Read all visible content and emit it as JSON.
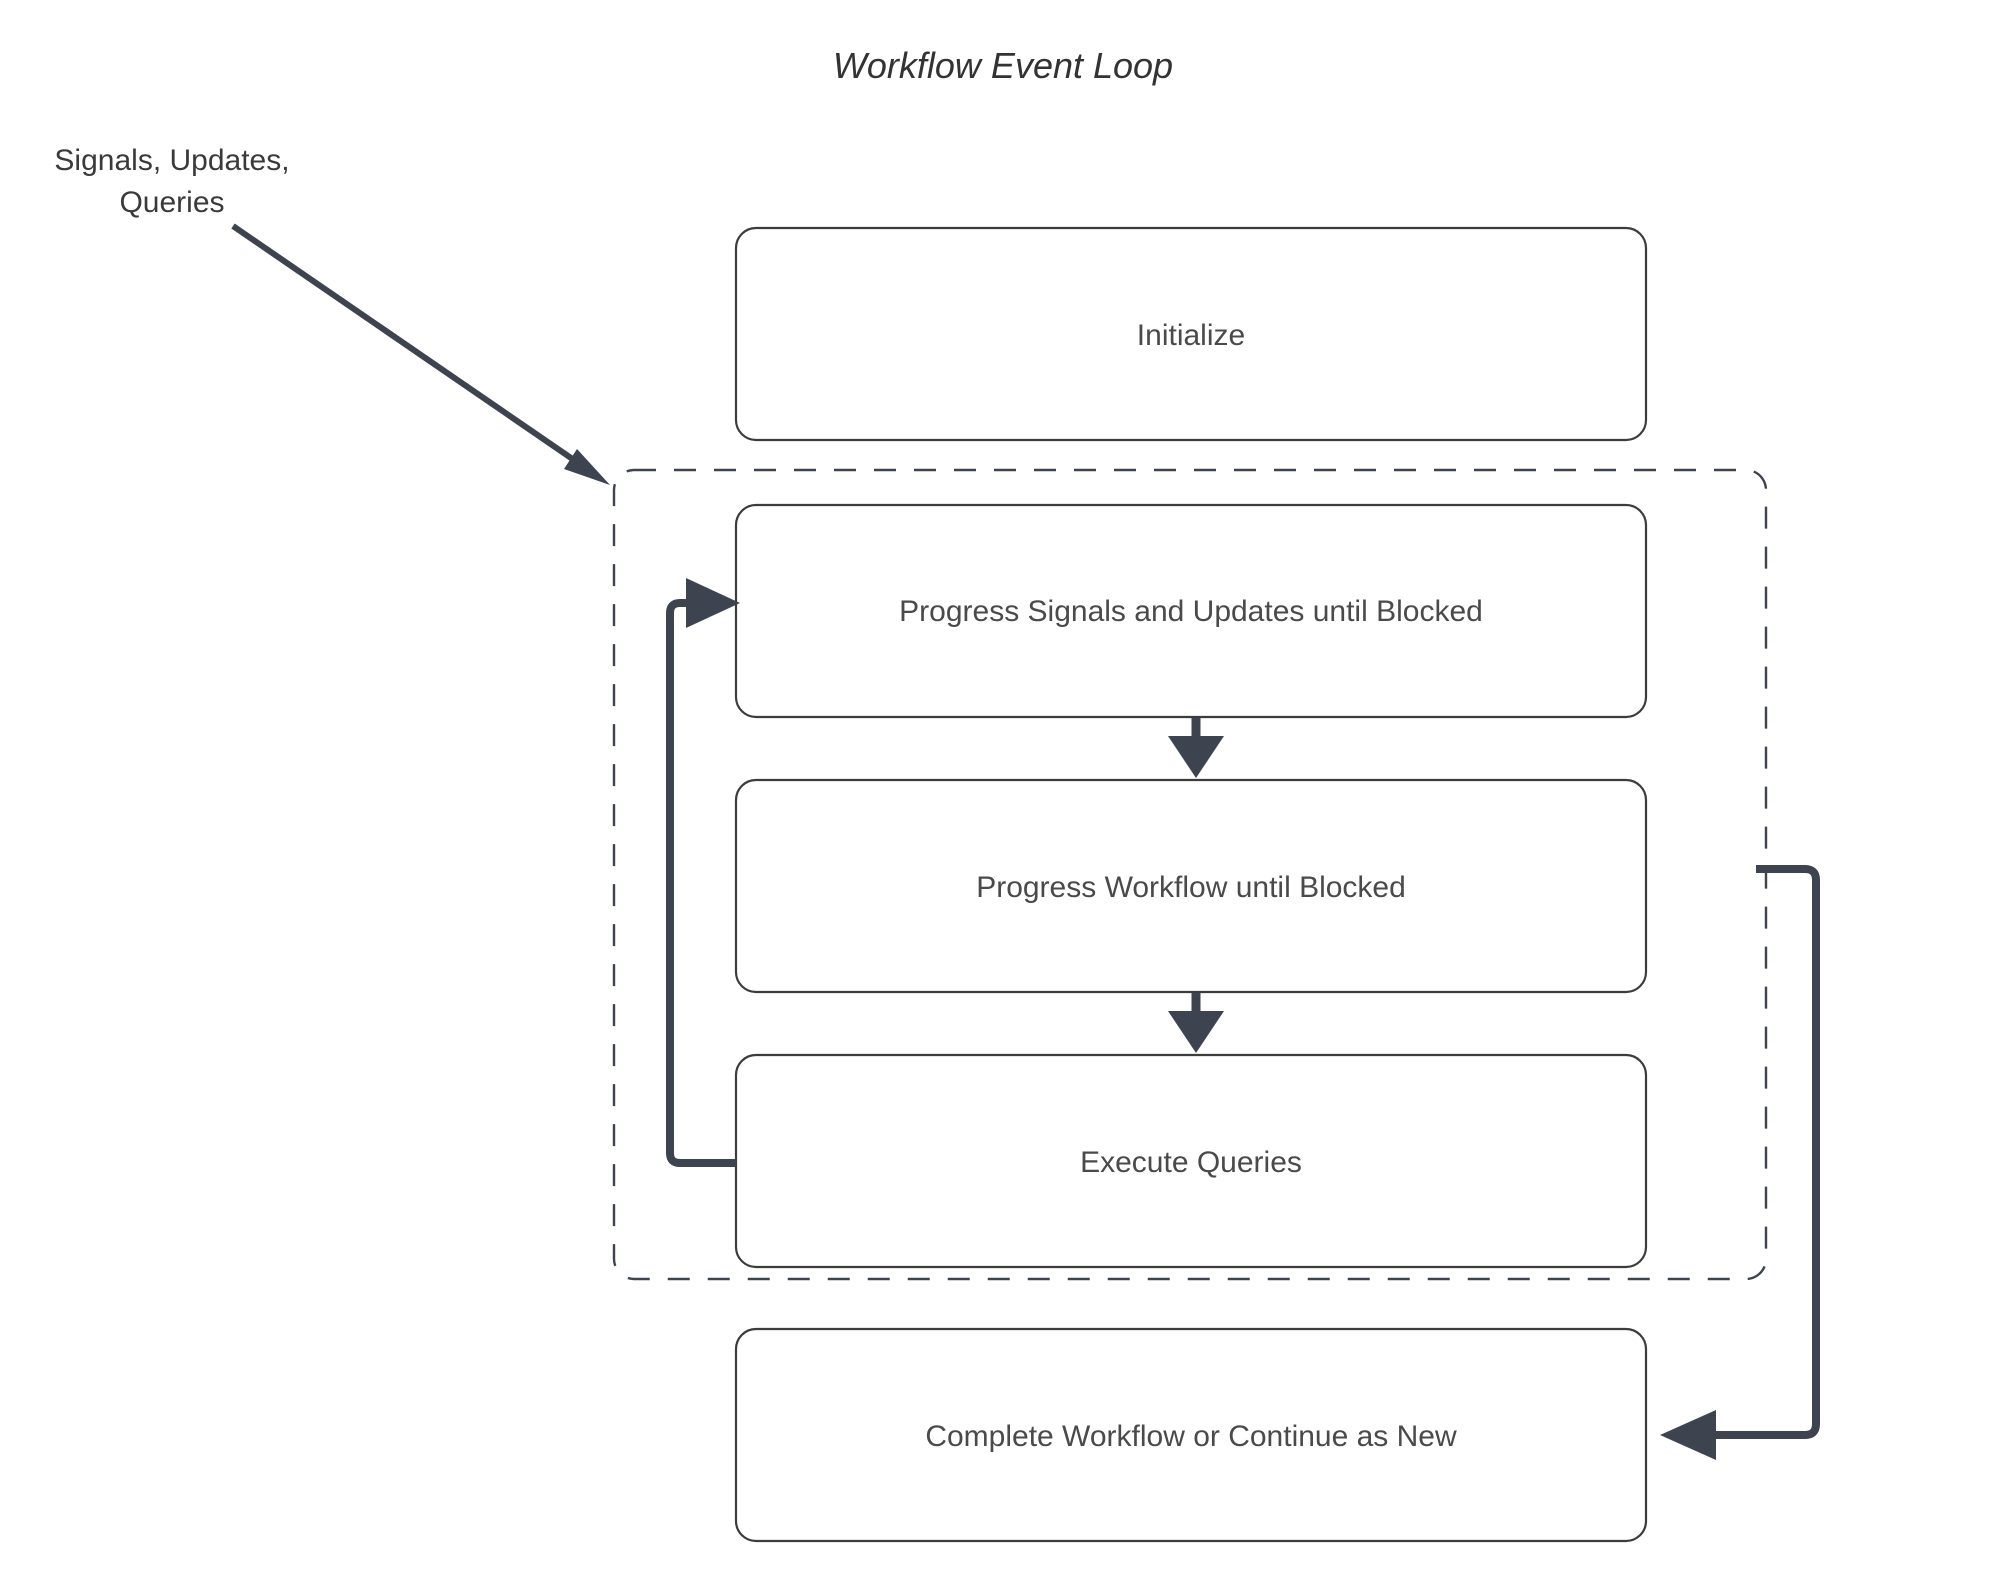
{
  "diagram": {
    "title": "Workflow Event Loop",
    "external_label": {
      "line1": "Signals, Updates,",
      "line2": "Queries"
    },
    "nodes": [
      {
        "id": "initialize",
        "label": "Initialize"
      },
      {
        "id": "progress-signals",
        "label": "Progress Signals and Updates until Blocked"
      },
      {
        "id": "progress-workflow",
        "label": "Progress Workflow until Blocked"
      },
      {
        "id": "execute-queries",
        "label": "Execute Queries"
      },
      {
        "id": "complete-workflow",
        "label": "Complete Workflow or Continue as New"
      }
    ],
    "colors": {
      "background": "#ffffff",
      "node_stroke": "#3c3c3c",
      "node_fill": "#ffffff",
      "arrow": "#3d4450",
      "text": "#4a4a4a",
      "title_text": "#333333",
      "loop_border": "#3d4450"
    }
  }
}
